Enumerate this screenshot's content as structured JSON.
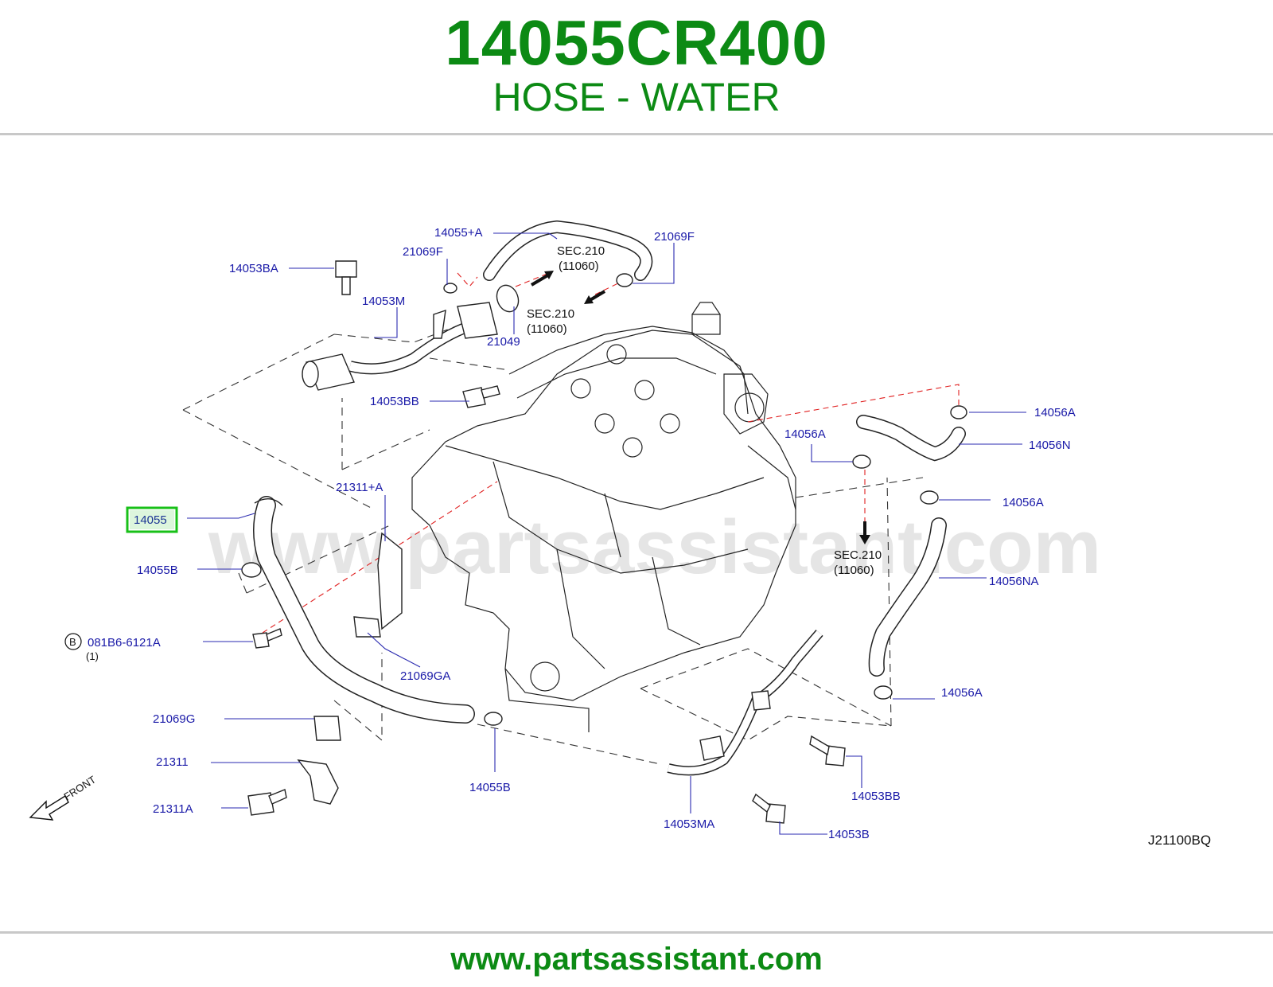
{
  "header": {
    "part_number": "14055CR400",
    "part_name": "HOSE - WATER"
  },
  "watermark": "www.partsassistant.com",
  "footer": {
    "url": "www.partsassistant.com"
  },
  "diagram": {
    "highlighted_part": "14055",
    "labels": {
      "l14055_plus_a": "14055+A",
      "l21069f_1": "21069F",
      "l21069f_2": "21069F",
      "l14053ba": "14053BA",
      "l14053m": "14053M",
      "l21049": "21049",
      "l14053bb_1": "14053BB",
      "l14056a_1": "14056A",
      "l14056a_2": "14056A",
      "l14056n": "14056N",
      "l14056a_3": "14056A",
      "l21311_plus_a": "21311+A",
      "l14055": "14055",
      "l14055b_1": "14055B",
      "l14056na": "14056NA",
      "l081b6": "081B6-6121A",
      "l21069ga": "21069GA",
      "l14056a_4": "14056A",
      "l21069g": "21069G",
      "l21311": "21311",
      "l14055b_2": "14055B",
      "l14053bb_2": "14053BB",
      "l21311a": "21311A",
      "l14053ma": "14053MA",
      "l14053b": "14053B"
    },
    "sec_refs": {
      "sec1_a": "SEC.210",
      "sec1_b": "(11060)",
      "sec2_a": "SEC.210",
      "sec2_b": "(11060)",
      "sec3_a": "SEC.210",
      "sec3_b": "(11060)"
    },
    "bolt_marker": "B",
    "bolt_qty": "(1)",
    "front_label": "FRONT",
    "drawing_code": "J21100BQ"
  }
}
